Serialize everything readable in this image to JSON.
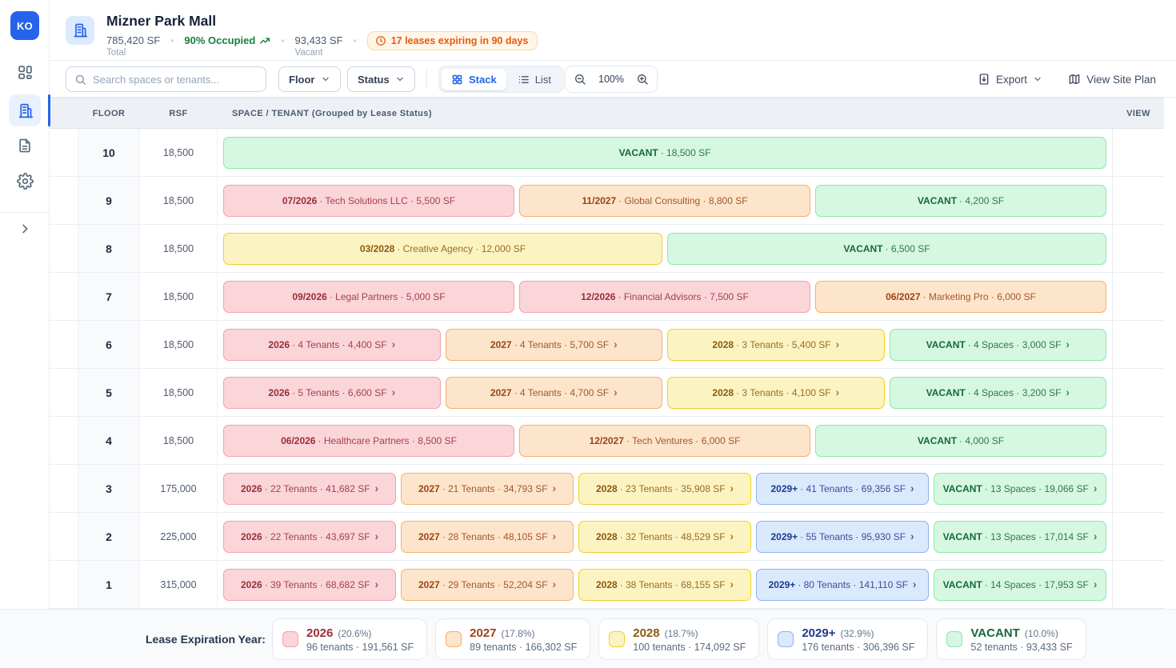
{
  "app": {
    "avatar": "KO"
  },
  "header": {
    "title": "Mizner Park Mall",
    "stats": {
      "total_value": "785,420 SF",
      "total_label": "Total",
      "occupied": "90% Occupied",
      "vacant_value": "93,433 SF",
      "vacant_label": "Vacant",
      "alert": "17 leases expiring in 90 days"
    }
  },
  "toolbar": {
    "search_placeholder": "Search spaces or tenants...",
    "floor_label": "Floor",
    "status_label": "Status",
    "stack_label": "Stack",
    "list_label": "List",
    "zoom_level": "100%",
    "export_label": "Export",
    "view_site_plan_label": "View Site Plan"
  },
  "table": {
    "columns": {
      "floor": "FLOOR",
      "rsf": "RSF",
      "space": "SPACE / TENANT (Grouped by Lease Status)",
      "view": "VIEW"
    },
    "rows": [
      {
        "floor": "10",
        "rsf": "18,500",
        "blocks": [
          {
            "type": "vacant",
            "strong": "VACANT",
            "rest": "· 18,500 SF",
            "arrow": false
          }
        ]
      },
      {
        "floor": "9",
        "rsf": "18,500",
        "blocks": [
          {
            "type": "y2026",
            "strong": "07/2026",
            "rest": "· Tech Solutions LLC · 5,500 SF",
            "arrow": false
          },
          {
            "type": "y2027",
            "strong": "11/2027",
            "rest": "· Global Consulting · 8,800 SF",
            "arrow": false
          },
          {
            "type": "vacant",
            "strong": "VACANT",
            "rest": "· 4,200 SF",
            "arrow": false
          }
        ]
      },
      {
        "floor": "8",
        "rsf": "18,500",
        "blocks": [
          {
            "type": "y2028",
            "strong": "03/2028",
            "rest": "· Creative Agency · 12,000 SF",
            "arrow": false
          },
          {
            "type": "vacant",
            "strong": "VACANT",
            "rest": "· 6,500 SF",
            "arrow": false
          }
        ]
      },
      {
        "floor": "7",
        "rsf": "18,500",
        "blocks": [
          {
            "type": "y2026",
            "strong": "09/2026",
            "rest": "· Legal Partners · 5,000 SF",
            "arrow": false
          },
          {
            "type": "y2026",
            "strong": "12/2026",
            "rest": "· Financial Advisors · 7,500 SF",
            "arrow": false
          },
          {
            "type": "y2027",
            "strong": "06/2027",
            "rest": "· Marketing Pro · 6,000 SF",
            "arrow": false
          }
        ]
      },
      {
        "floor": "6",
        "rsf": "18,500",
        "blocks": [
          {
            "type": "y2026",
            "strong": "2026",
            "rest": "· 4 Tenants · 4,400 SF",
            "arrow": true
          },
          {
            "type": "y2027",
            "strong": "2027",
            "rest": "· 4 Tenants · 5,700 SF",
            "arrow": true
          },
          {
            "type": "y2028",
            "strong": "2028",
            "rest": "· 3 Tenants · 5,400 SF",
            "arrow": true
          },
          {
            "type": "vacant",
            "strong": "VACANT",
            "rest": "· 4 Spaces · 3,000 SF",
            "arrow": true
          }
        ]
      },
      {
        "floor": "5",
        "rsf": "18,500",
        "blocks": [
          {
            "type": "y2026",
            "strong": "2026",
            "rest": "· 5 Tenants · 6,600 SF",
            "arrow": true
          },
          {
            "type": "y2027",
            "strong": "2027",
            "rest": "· 4 Tenants · 4,700 SF",
            "arrow": true
          },
          {
            "type": "y2028",
            "strong": "2028",
            "rest": "· 3 Tenants · 4,100 SF",
            "arrow": true
          },
          {
            "type": "vacant",
            "strong": "VACANT",
            "rest": "· 4 Spaces · 3,200 SF",
            "arrow": true
          }
        ]
      },
      {
        "floor": "4",
        "rsf": "18,500",
        "blocks": [
          {
            "type": "y2026",
            "strong": "06/2026",
            "rest": "· Healthcare Partners · 8,500 SF",
            "arrow": false
          },
          {
            "type": "y2027",
            "strong": "12/2027",
            "rest": "· Tech Ventures · 6,000 SF",
            "arrow": false
          },
          {
            "type": "vacant",
            "strong": "VACANT",
            "rest": "· 4,000 SF",
            "arrow": false
          }
        ]
      },
      {
        "floor": "3",
        "rsf": "175,000",
        "blocks": [
          {
            "type": "y2026",
            "strong": "2026",
            "rest": "· 22 Tenants · 41,682 SF",
            "arrow": true
          },
          {
            "type": "y2027",
            "strong": "2027",
            "rest": "· 21 Tenants · 34,793 SF",
            "arrow": true
          },
          {
            "type": "y2028",
            "strong": "2028",
            "rest": "· 23 Tenants · 35,908 SF",
            "arrow": true
          },
          {
            "type": "y2029",
            "strong": "2029+",
            "rest": "· 41 Tenants · 69,356 SF",
            "arrow": true
          },
          {
            "type": "vacant",
            "strong": "VACANT",
            "rest": "· 13 Spaces · 19,066 SF",
            "arrow": true
          }
        ]
      },
      {
        "floor": "2",
        "rsf": "225,000",
        "blocks": [
          {
            "type": "y2026",
            "strong": "2026",
            "rest": "· 22 Tenants · 43,697 SF",
            "arrow": true
          },
          {
            "type": "y2027",
            "strong": "2027",
            "rest": "· 28 Tenants · 48,105 SF",
            "arrow": true
          },
          {
            "type": "y2028",
            "strong": "2028",
            "rest": "· 32 Tenants · 48,529 SF",
            "arrow": true
          },
          {
            "type": "y2029",
            "strong": "2029+",
            "rest": "· 55 Tenants · 95,930 SF",
            "arrow": true
          },
          {
            "type": "vacant",
            "strong": "VACANT",
            "rest": "· 13 Spaces · 17,014 SF",
            "arrow": true
          }
        ]
      },
      {
        "floor": "1",
        "rsf": "315,000",
        "blocks": [
          {
            "type": "y2026",
            "strong": "2026",
            "rest": "· 39 Tenants · 68,682 SF",
            "arrow": true
          },
          {
            "type": "y2027",
            "strong": "2027",
            "rest": "· 29 Tenants · 52,204 SF",
            "arrow": true
          },
          {
            "type": "y2028",
            "strong": "2028",
            "rest": "· 38 Tenants · 68,155 SF",
            "arrow": true
          },
          {
            "type": "y2029",
            "strong": "2029+",
            "rest": "· 80 Tenants · 141,110 SF",
            "arrow": true
          },
          {
            "type": "vacant",
            "strong": "VACANT",
            "rest": "· 14 Spaces · 17,953 SF",
            "arrow": true
          }
        ]
      }
    ]
  },
  "legend": {
    "label": "Lease Expiration Year:",
    "items": [
      {
        "type": "y2026",
        "year": "2026",
        "pct": "(20.6%)",
        "detail": "96 tenants · 191,561 SF"
      },
      {
        "type": "y2027",
        "year": "2027",
        "pct": "(17.8%)",
        "detail": "89 tenants · 166,302 SF"
      },
      {
        "type": "y2028",
        "year": "2028",
        "pct": "(18.7%)",
        "detail": "100 tenants · 174,092 SF"
      },
      {
        "type": "y2029",
        "year": "2029+",
        "pct": "(32.9%)",
        "detail": "176 tenants · 306,396 SF"
      },
      {
        "type": "vacant",
        "year": "VACANT",
        "pct": "(10.0%)",
        "detail": "52 tenants · 93,433 SF"
      }
    ]
  },
  "colors": {
    "accent": "#2563eb",
    "occupied_green": "#15803d",
    "alert_orange": "#e75a0d",
    "y2026": {
      "bg": "#fad5d9",
      "border": "#f1a2ab",
      "text": "#9b2c38"
    },
    "y2027": {
      "bg": "#fce5cb",
      "border": "#f4ae6e",
      "text": "#9c4314"
    },
    "y2028": {
      "bg": "#fcf3c2",
      "border": "#eed225",
      "text": "#8a5a0e"
    },
    "y2029": {
      "bg": "#dbe9fd",
      "border": "#8fb2f3",
      "text": "#1e3a8a"
    },
    "vacant": {
      "bg": "#d6f7e1",
      "border": "#8ee6ad",
      "text": "#15683e"
    }
  },
  "icons": [
    "dashboard-icon",
    "building-icon",
    "document-icon",
    "gear-icon",
    "collapse-chevron-icon",
    "search-icon",
    "chevron-down-icon",
    "stack-grid-icon",
    "list-icon",
    "zoom-out-icon",
    "zoom-in-icon",
    "export-icon",
    "map-icon",
    "trend-up-icon",
    "clock-icon",
    "chevron-right-icon"
  ]
}
